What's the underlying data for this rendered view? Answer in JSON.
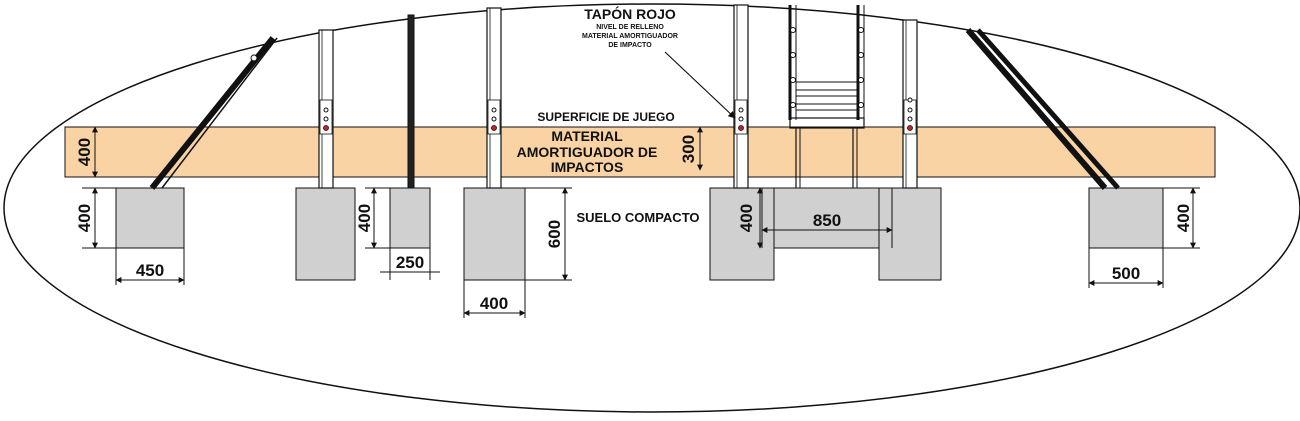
{
  "labels": {
    "red_cap": "TAPÓN ROJO",
    "fill_level_line1": "NIVEL DE RELLENO",
    "fill_level_line2": "MATERIAL AMORTIGUADOR",
    "fill_level_line3": "DE IMPACTO",
    "play_surface": "SUPERFICIE DE JUEGO",
    "impact_material_line1": "MATERIAL",
    "impact_material_line2": "AMORTIGUADOR DE",
    "impact_material_line3": "IMPACTOS",
    "compact_soil": "SUELO COMPACTO"
  },
  "dimensions": {
    "layer_height": "400",
    "footing_height_left": "400",
    "footing_width_left": "450",
    "post_footing_height": "400",
    "post_footing_width": "250",
    "deep_footing_height": "600",
    "deep_footing_width": "400",
    "material_depth": "300",
    "ladder_footing_height": "400",
    "ladder_span": "850",
    "right_footing_height": "400",
    "right_footing_width": "500"
  },
  "colors": {
    "impact_layer": "#FAD3A5",
    "footing": "#D0D0D0",
    "line": "#111111",
    "red_cap": "#CC2020",
    "background": "#FFFFFF"
  }
}
